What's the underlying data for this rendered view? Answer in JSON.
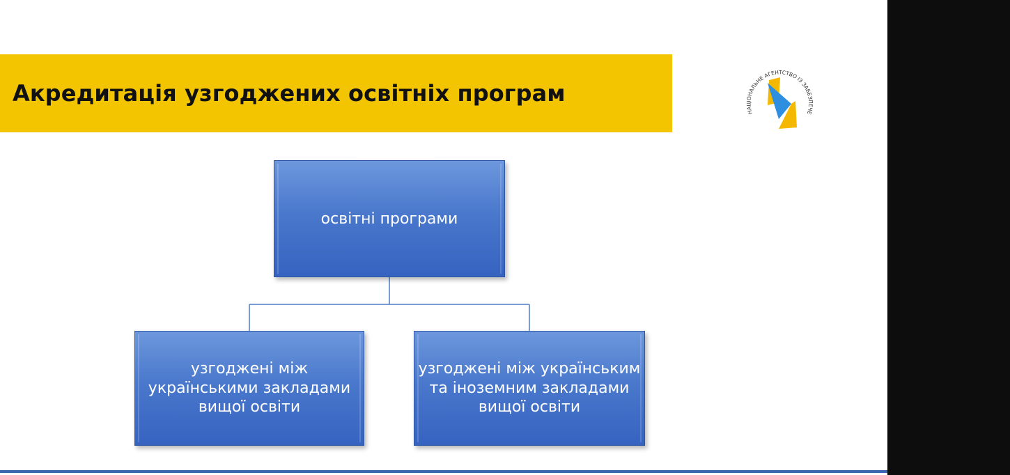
{
  "slide": {
    "title": "Акредитація узгоджених освітніх програм"
  },
  "logo": {
    "text": "НАЦІОНАЛЬНЕ АГЕНТСТВО ІЗ ЗАБЕЗПЕЧЕННЯ ЯКОСТІ ВИЩОЇ ОСВІТИ"
  },
  "diagram": {
    "root": "освітні програми",
    "children": [
      "узгоджені між українськими закладами вищої освіти",
      "узгоджені між українським та іноземним закладами вищої освіти"
    ]
  },
  "colors": {
    "title_band": "#f2c500",
    "box_fill": "#4a78cc",
    "connector": "#4f7cc6",
    "logo_blue": "#2e8fe0",
    "logo_yellow": "#f5b800"
  }
}
